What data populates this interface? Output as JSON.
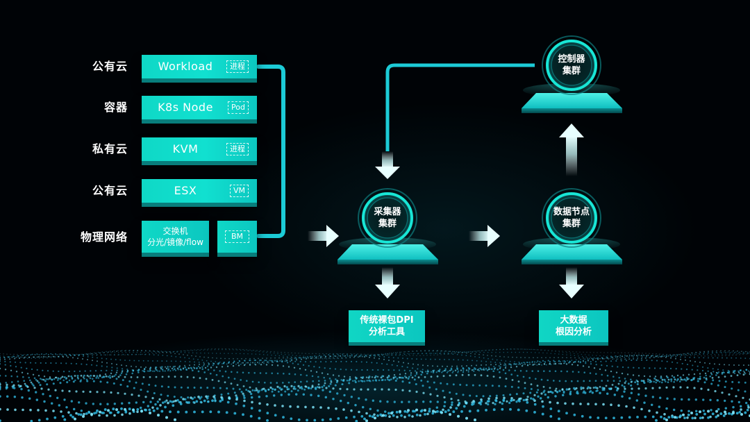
{
  "sources": [
    {
      "label": "公有云",
      "name": "Workload",
      "tag": "进程"
    },
    {
      "label": "容器",
      "name": "K8s Node",
      "tag": "Pod"
    },
    {
      "label": "私有云",
      "name": "KVM",
      "tag": "进程"
    },
    {
      "label": "公有云",
      "name": "ESX",
      "tag": "VM"
    }
  ],
  "physical": {
    "label": "物理网络",
    "switch_line1": "交换机",
    "switch_line2": "分光/镜像/flow",
    "bm_tag": "BM"
  },
  "nodes": {
    "collector": {
      "line1": "采集器",
      "line2": "集群"
    },
    "datanode": {
      "line1": "数据节点",
      "line2": "集群"
    },
    "controller": {
      "line1": "控制器",
      "line2": "集群"
    }
  },
  "outputs": {
    "dpi": {
      "line1": "传统裸包DPI",
      "line2": "分析工具"
    },
    "bigdata": {
      "line1": "大数据",
      "line2": "根因分析"
    }
  },
  "colors": {
    "accent": "#10d8c8",
    "accent_dark": "#087e7c",
    "background": "#000306",
    "connector": "#1ccbd6"
  }
}
